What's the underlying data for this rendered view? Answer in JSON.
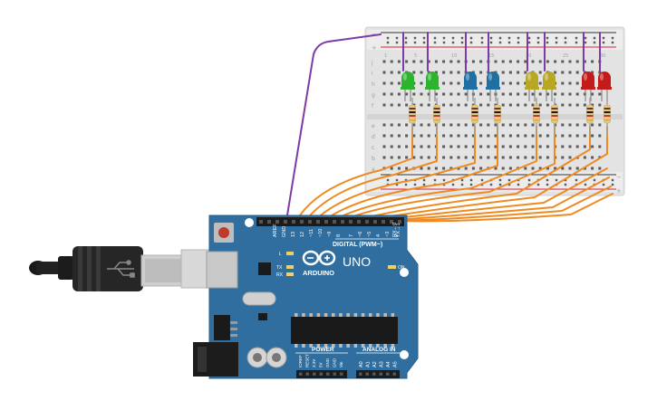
{
  "board": {
    "logo_text": "ARDUINO",
    "model": "UNO",
    "digital_header_label": "DIGITAL (PWM~)",
    "power_label": "POWER",
    "analog_label": "ANALOG IN",
    "on_label": "ON",
    "led_l_label": "L",
    "tx_label": "TX",
    "rx_label": "RX",
    "digital_pins": [
      "AREF",
      "GND",
      "13",
      "12",
      "~11",
      "~10",
      "~9",
      "8",
      "7",
      "~6",
      "~5",
      "4",
      "~3",
      "2",
      "TX→1",
      "RX←0"
    ],
    "power_pins": [
      "IOREF",
      "RESET",
      "3.3V",
      "5V",
      "GND",
      "GND",
      "Vin"
    ],
    "analog_pins": [
      "A0",
      "A1",
      "A2",
      "A3",
      "A4",
      "A5"
    ]
  },
  "breadboard": {
    "top_row_letters": [
      "j",
      "i",
      "h",
      "g",
      "f"
    ],
    "bottom_row_letters": [
      "e",
      "d",
      "c",
      "b",
      "a"
    ],
    "column_numbers": [
      "1",
      "5",
      "10",
      "15",
      "20",
      "25",
      "30"
    ],
    "rail_minus": "−",
    "rail_plus": "+"
  },
  "leds": [
    {
      "color": "#2db32d"
    },
    {
      "color": "#2db32d"
    },
    {
      "color": "#1f6fa3"
    },
    {
      "color": "#1f6fa3"
    },
    {
      "color": "#b8a722"
    },
    {
      "color": "#b8a722"
    },
    {
      "color": "#c41a1a"
    },
    {
      "color": "#c41a1a"
    }
  ],
  "colors": {
    "board": "#2f6e9f",
    "wire_signal": "#ee8a1f",
    "wire_ground": "#7d3aa8",
    "breadboard": "#e8e8e8"
  }
}
